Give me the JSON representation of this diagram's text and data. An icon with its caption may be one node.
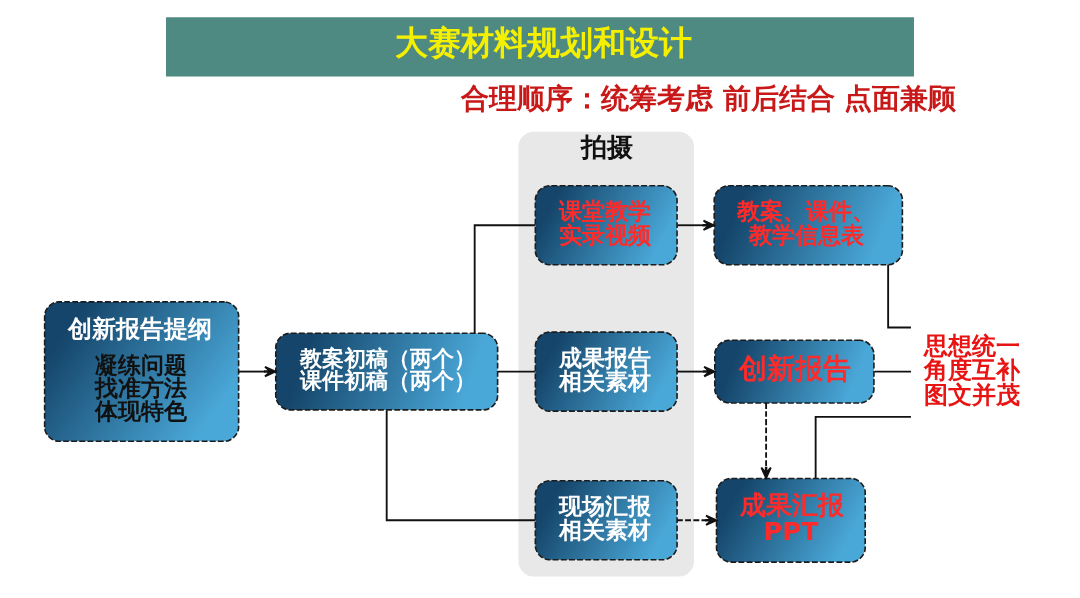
{
  "diagram": {
    "title": "大赛材料规划和设计",
    "nodes": [
      {
        "text": [
          "创新报告提纲",
          "凝练问题找准方法体现特色"
        ]
      },
      {
        "text": [
          "教案初稿（两个）课件初稿（两个）"
        ]
      },
      {
        "text": [
          "拍摄"
        ]
      },
      {
        "text": [
          "课堂教学实录视频"
        ],
        "in": 2
      },
      {
        "text": [
          "成果报告相关素材"
        ],
        "in": 2
      },
      {
        "text": [
          "现场汇报相关素材"
        ],
        "in": 2
      },
      {
        "text": [
          "教案、课件、教学信息表"
        ]
      },
      {
        "text": [
          "创新报告"
        ]
      },
      {
        "text": [
          "成果汇报PPT"
        ]
      },
      {
        "text": [
          "思想统一角度互补图文并茂"
        ]
      }
    ],
    "edges": [
      {
        "from": 0,
        "to": 1,
        "arrow": "to"
      },
      {
        "from": 1,
        "to": 3,
        "arrow": "none"
      },
      {
        "from": 1,
        "to": 4,
        "arrow": "none"
      },
      {
        "from": 1,
        "to": 5,
        "arrow": "none"
      },
      {
        "from": 3,
        "to": 6,
        "arrow": "to"
      },
      {
        "from": 4,
        "to": 7,
        "arrow": "to"
      },
      {
        "from": 5,
        "to": 8,
        "arrow": "to",
        "style": "dashed"
      },
      {
        "from": 7,
        "to": 8,
        "arrow": "to",
        "style": "dashed"
      },
      {
        "from": 6,
        "to": 9,
        "arrow": "none"
      },
      {
        "from": 7,
        "to": 9,
        "arrow": "none"
      },
      {
        "from": 8,
        "to": 9,
        "arrow": "none"
      }
    ],
    "labels": [
      "合理顺序：统筹考虑 前后结合 点面兼顾"
    ]
  }
}
